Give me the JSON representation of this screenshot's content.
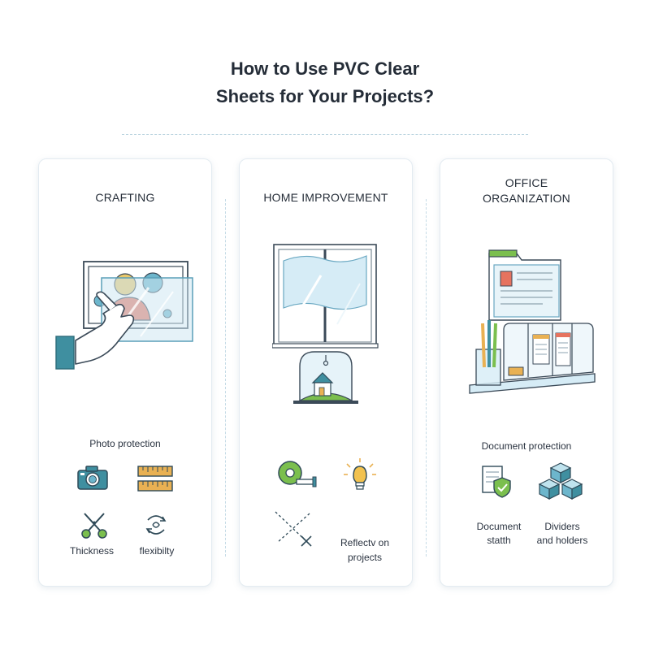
{
  "title": {
    "line1": "How to Use PVC Clear",
    "line2": "Sheets for Your Projects?"
  },
  "cards": [
    {
      "title": "CRAFTING",
      "subtitle": "Photo protection",
      "icons": [
        "camera-icon",
        "ruler-icon",
        "scissors-icon",
        "flex-arrows-icon"
      ],
      "labels": [
        "Thickness",
        "flexibilty"
      ]
    },
    {
      "title": "HOME IMPROVEMENT",
      "icons": [
        "tape-measure-icon",
        "light-bulb-icon",
        "cross-lines-icon"
      ],
      "labels": [
        "Reflectv on",
        "projects"
      ]
    },
    {
      "title_line1": "OFFICE",
      "title_line2": "ORGANIZATION",
      "subtitle": "Document protection",
      "icons": [
        "document-shield-icon",
        "cubes-icon"
      ],
      "labels": [
        "Document",
        "statth",
        "Dividers",
        "and holders"
      ]
    }
  ],
  "colors": {
    "accent_teal": "#3f8fa0",
    "accent_green": "#7bbf4e",
    "accent_orange": "#e9b153",
    "accent_red": "#e6735f",
    "accent_blue_glass": "#d6ecf6"
  }
}
